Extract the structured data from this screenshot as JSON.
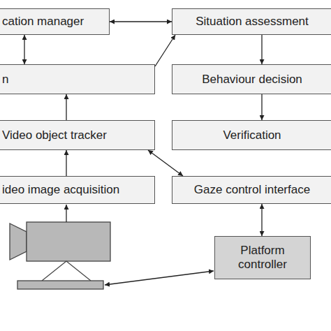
{
  "diagram": {
    "nodes": [
      {
        "text": [
          "cation manager"
        ]
      },
      {
        "text": [
          "Situation assessment"
        ]
      },
      {
        "text": [
          "n"
        ]
      },
      {
        "text": [
          "Behaviour decision"
        ]
      },
      {
        "text": [
          "Video object tracker"
        ]
      },
      {
        "text": [
          "Verification"
        ]
      },
      {
        "text": [
          "ideo image acquisition"
        ]
      },
      {
        "text": [
          "Gaze control interface"
        ]
      },
      {
        "text": [
          "Platform controller"
        ]
      }
    ],
    "edges": [
      {
        "from": 0,
        "to": 1,
        "arrow": "both"
      },
      {
        "from": 0,
        "to": 2,
        "arrow": "both"
      },
      {
        "from": 2,
        "to": 1,
        "arrow": "to"
      },
      {
        "from": 1,
        "to": 3,
        "arrow": "to"
      },
      {
        "from": 3,
        "to": 5,
        "arrow": "to"
      },
      {
        "from": 4,
        "to": 2,
        "arrow": "to"
      },
      {
        "from": 6,
        "to": 4,
        "arrow": "to"
      },
      {
        "from": 4,
        "to": 7,
        "arrow": "both"
      },
      {
        "from": 7,
        "to": 8,
        "arrow": "both"
      }
    ]
  }
}
